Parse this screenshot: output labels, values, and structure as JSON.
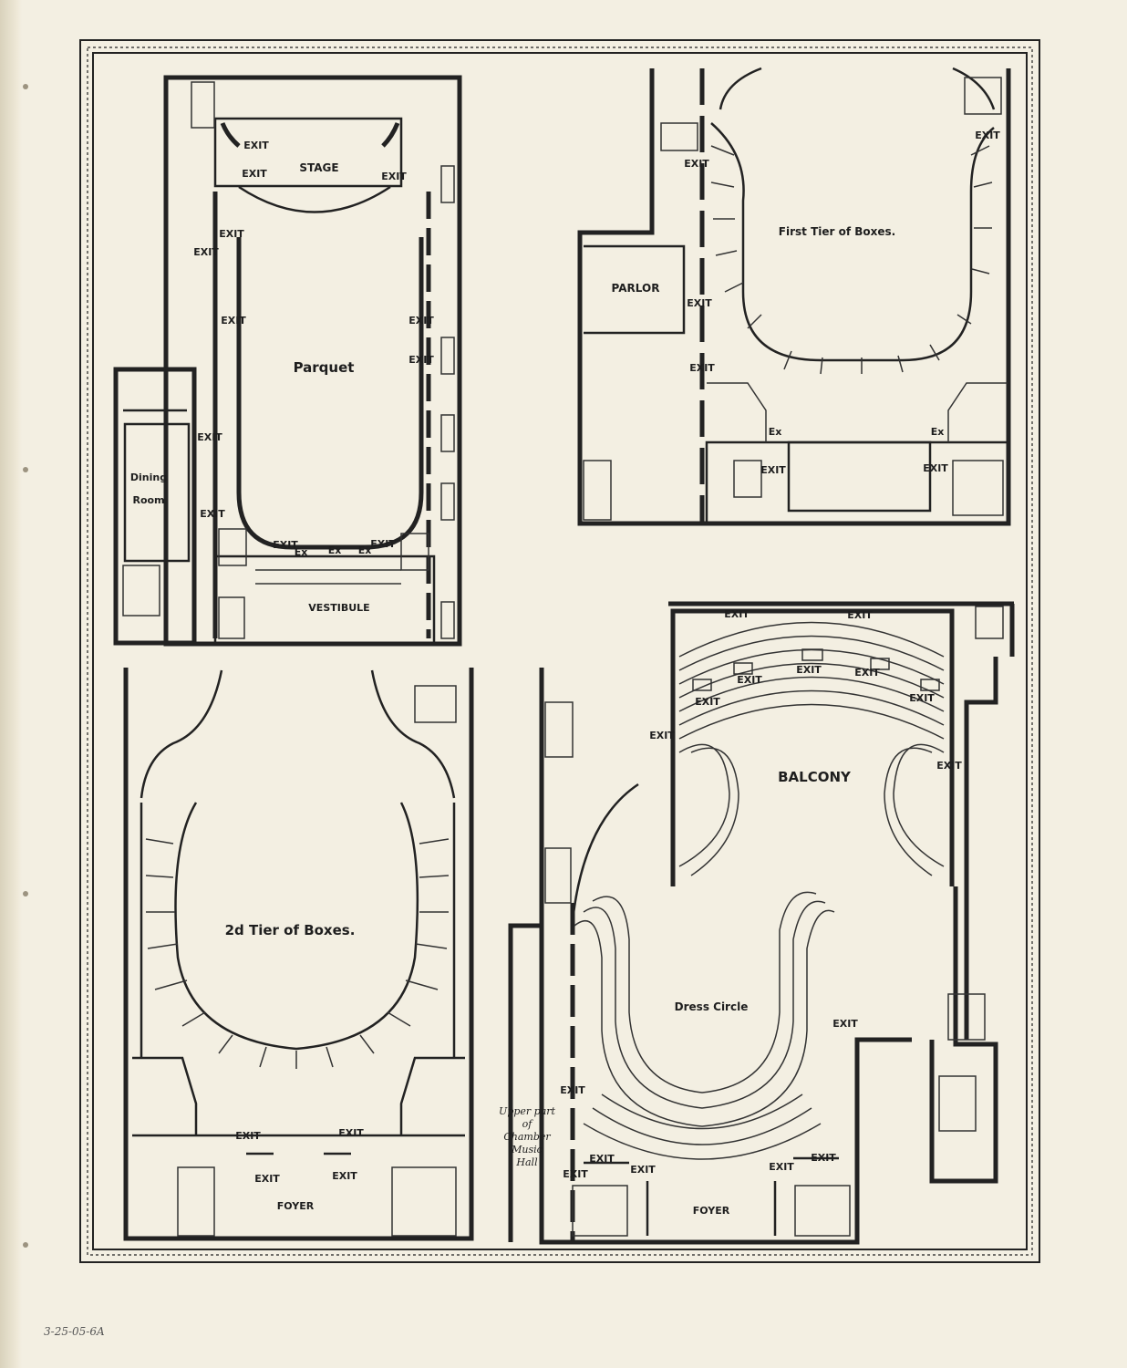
{
  "plans": {
    "parquet": {
      "main_label": "Parquet",
      "stage_label": "STAGE",
      "vestibule_label": "VESTIBULE",
      "dining_room": [
        "Dining",
        "Room"
      ],
      "exit_label": "EXIT",
      "ex_label": "Ex"
    },
    "first_tier": {
      "main_label": "First Tier of Boxes.",
      "parlor_label": "PARLOR",
      "exit_label": "EXIT",
      "ex_label": "Ex"
    },
    "second_tier": {
      "main_label": "2d Tier of Boxes.",
      "foyer_label": "FOYER",
      "exit_label": "EXIT"
    },
    "balcony": {
      "main_label": "BALCONY",
      "exit_label": "EXIT"
    },
    "dress_circle": {
      "main_label": "Dress Circle",
      "foyer_label": "FOYER",
      "chamber_hall": [
        "Upper part",
        "of",
        "Chamber",
        "Music",
        "Hall"
      ],
      "exit_label": "EXIT"
    }
  },
  "archive_mark": "3-25-05-6A"
}
